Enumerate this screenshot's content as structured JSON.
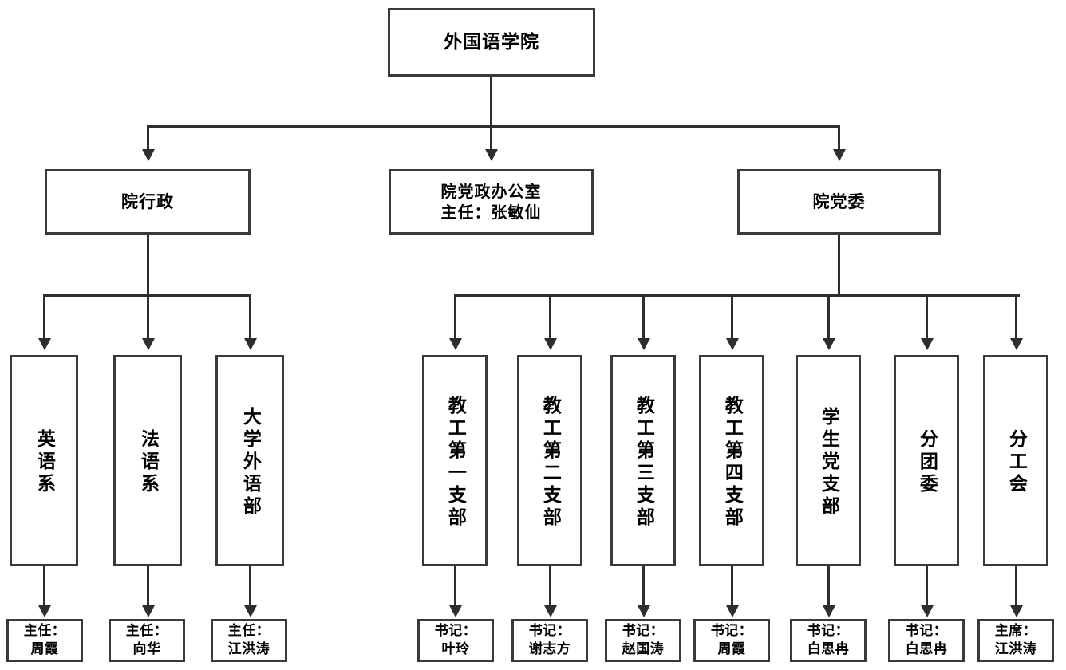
{
  "chart": {
    "type": "org-chart",
    "title_box": {
      "label": "外国语学院"
    },
    "level1": [
      {
        "id": "admin",
        "label": "院行政"
      },
      {
        "id": "office",
        "label": "院党政办公室",
        "label2": "主任：张敏仙"
      },
      {
        "id": "party",
        "label": "院党委"
      }
    ],
    "admin_units": [
      {
        "label": "英语系",
        "leader_title": "主任：",
        "leader_name": "周霞"
      },
      {
        "label": "法语系",
        "leader_title": "主任：",
        "leader_name": "向华"
      },
      {
        "label": "大学外语部",
        "leader_title": "主任：",
        "leader_name": "江洪涛"
      }
    ],
    "party_units": [
      {
        "label": "教工第一支部",
        "leader_title": "书记：",
        "leader_name": "叶玲"
      },
      {
        "label": "教工第二支部",
        "leader_title": "书记：",
        "leader_name": "谢志方"
      },
      {
        "label": "教工第三支部",
        "leader_title": "书记：",
        "leader_name": "赵国涛"
      },
      {
        "label": "教工第四支部",
        "leader_title": "书记：",
        "leader_name": "周霞"
      },
      {
        "label": "学生党支部",
        "leader_title": "书记：",
        "leader_name": "白思冉"
      },
      {
        "label": "分团委",
        "leader_title": "书记：",
        "leader_name": "白思冉"
      },
      {
        "label": "分工会",
        "leader_title": "主席：",
        "leader_name": "江洪涛"
      }
    ],
    "colors": {
      "box_border": "#3a3a3a",
      "connector": "#2e2e2e",
      "background": "#ffffff",
      "text": "#000000"
    }
  }
}
